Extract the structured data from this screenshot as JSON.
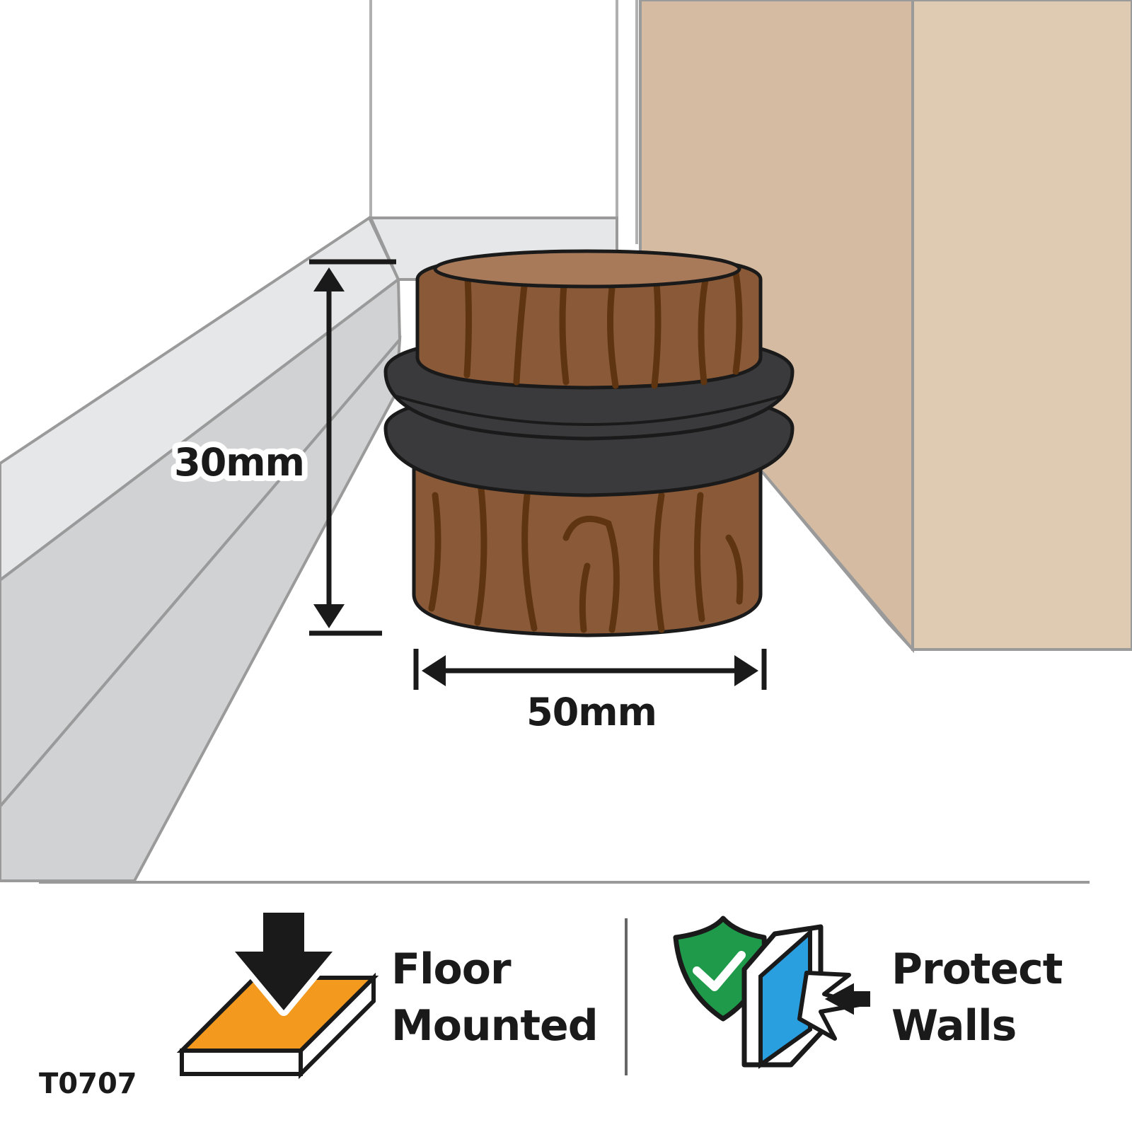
{
  "dimensions": {
    "height_label": "30mm",
    "width_label": "50mm"
  },
  "features": [
    {
      "line1": "Floor",
      "line2": "Mounted",
      "icon": "floor-mount-icon"
    },
    {
      "line1": "Protect",
      "line2": "Walls",
      "icon": "wall-protection-icon"
    }
  ],
  "product_code": "T0707",
  "colors": {
    "wood": "#8a5a38",
    "wood_grain": "#5e3510",
    "wood_top": "#a87a5a",
    "rubber": "#3a3a3c",
    "door": "#d4bba2",
    "door_side": "#dfcbb2",
    "orange": "#f39a1e",
    "green": "#1f9a4a",
    "blue": "#2a9fe0"
  }
}
